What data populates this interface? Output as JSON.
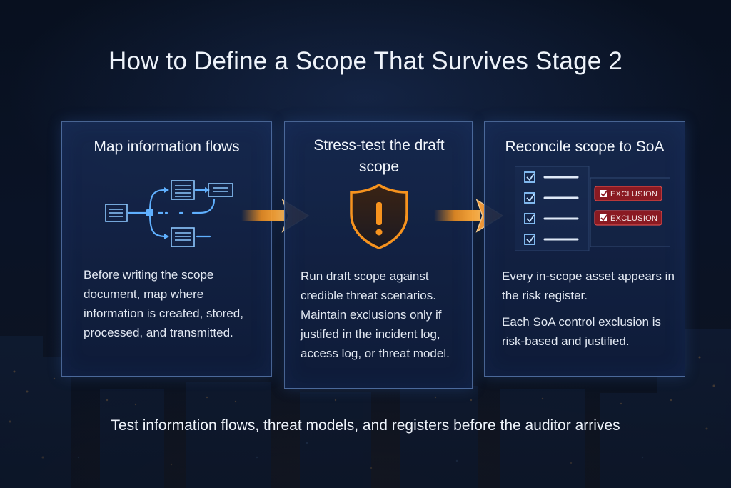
{
  "title": "How to Define a Scope That Survives Stage 2",
  "cards": [
    {
      "title": "Map information flows",
      "body": [
        "Before writing the scope document, map where information is created, stored, processed, and transmitted."
      ]
    },
    {
      "title": "Stress-test the draft scope",
      "body": [
        "Run draft scope against credible threat scenarios. Maintain exclusions only if justifed in the incident log, access log, or threat model."
      ]
    },
    {
      "title": "Reconcile scope to SoA",
      "body": [
        "Every in-scope asset appears in the risk register.",
        "Each SoA control exclusion is risk-based and justified."
      ],
      "exclusion_labels": [
        "EXCLUSION",
        "EXCLUSION"
      ]
    }
  ],
  "footer": "Test information flows, threat models, and registers before the auditor arrives",
  "colors": {
    "accent_orange": "#f7931e",
    "card_border": "#7aa0dc",
    "flow_blue": "#5fb0ff",
    "exclusion_red": "#8a1a22"
  }
}
